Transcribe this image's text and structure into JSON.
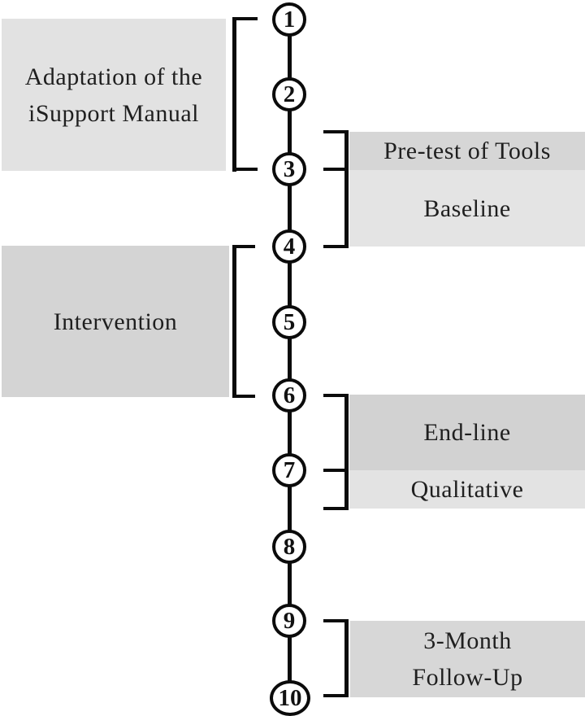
{
  "diagram": {
    "type": "study-flow-timeline",
    "timeline": {
      "steps": [
        "1",
        "2",
        "3",
        "4",
        "5",
        "6",
        "7",
        "8",
        "9",
        "10"
      ]
    },
    "phases": {
      "adaptation": {
        "label": "Adaptation of the iSupport Manual",
        "lines": [
          "Adaptation of the",
          "iSupport Manual"
        ],
        "side": "left",
        "span_steps": "1-3",
        "color": "#e2e2e2"
      },
      "pretest": {
        "label": "Pre-test of Tools",
        "side": "right",
        "span_steps": "2-3",
        "color": "#d6d6d6"
      },
      "baseline": {
        "label": "Baseline",
        "side": "right",
        "span_steps": "3-4",
        "color": "#e4e4e4"
      },
      "intervention": {
        "label": "Intervention",
        "side": "left",
        "span_steps": "4-6",
        "color": "#d4d4d4"
      },
      "endline": {
        "label": "End-line",
        "side": "right",
        "span_steps": "6-7",
        "color": "#d2d2d2"
      },
      "qualitative": {
        "label": "Qualitative",
        "side": "right",
        "span_steps": "7",
        "color": "#e3e3e3"
      },
      "followup": {
        "label": "3-Month Follow-Up",
        "lines": [
          "3-Month",
          "Follow-Up"
        ],
        "side": "right",
        "span_steps": "9-10",
        "color": "#d7d7d7"
      }
    },
    "colors": {
      "line": "#0b0b0b",
      "text": "#1f1f1f",
      "node_fill": "#ffffff",
      "background": "#ffffff"
    }
  }
}
